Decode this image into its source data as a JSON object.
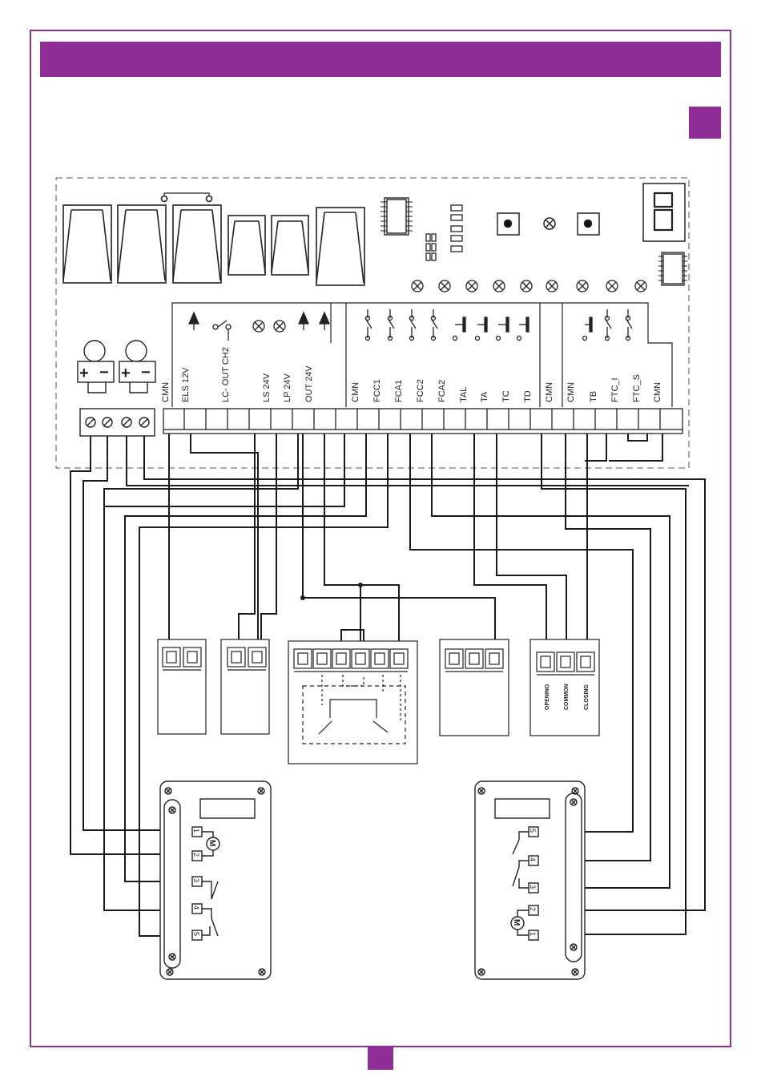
{
  "colors": {
    "accent": "#8e2e96",
    "wire": "#1a1a1a"
  },
  "terminal_labels": [
    "CMN",
    "ELS 12V",
    "LC- OUT CH2",
    "LS 24V",
    "LP 24V",
    "OUT 24V",
    "CMN",
    "FCC1",
    "FCA1",
    "FCC2",
    "FCA2",
    "TAL",
    "TA",
    "TC",
    "TD",
    "CMN",
    "CMN",
    "TB",
    "FTC_I",
    "FTC_S",
    "CMN"
  ],
  "power": {
    "plus": "+",
    "minus": "−"
  },
  "receiver_labels": {
    "opening": "OPENING",
    "common": "COMMON",
    "closing": "CLOSING"
  },
  "motor_left_pins": [
    "1",
    "2",
    "3",
    "4",
    "5"
  ],
  "motor_right_pins": [
    "5",
    "4",
    "3",
    "2",
    "1"
  ],
  "motor_symbol": "M"
}
